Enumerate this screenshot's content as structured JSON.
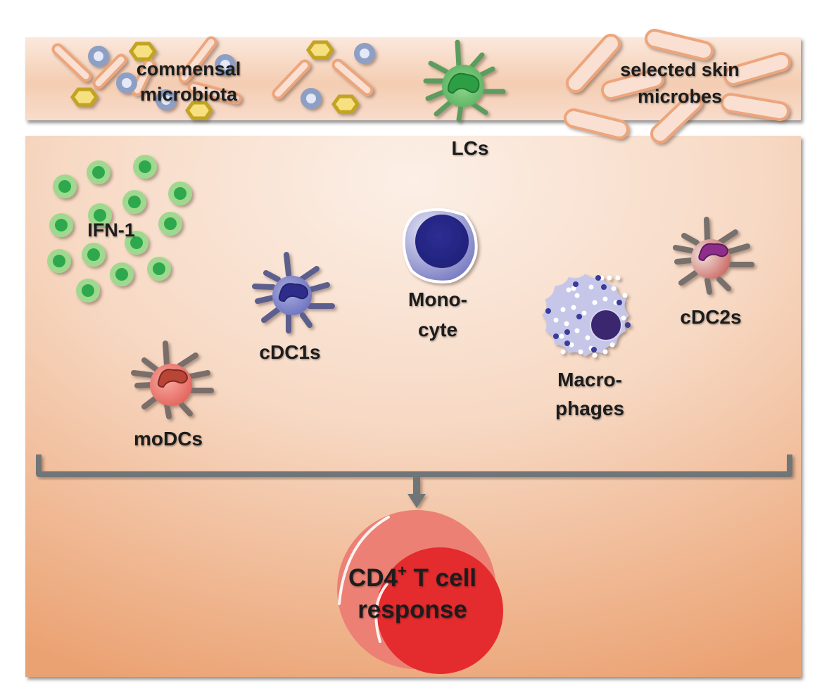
{
  "figure": {
    "top_layer": {
      "left_label": [
        "commensal",
        "microbiota"
      ],
      "right_label": [
        "selected skin",
        "microbes"
      ]
    },
    "cells": {
      "lcs": "LCs",
      "ifn": "IFN-1",
      "cdc1s": "cDC1s",
      "monocyte": [
        "Mono-",
        "cyte"
      ],
      "macrophages": [
        "Macro-",
        "phages"
      ],
      "cdc2s": "cDC2s",
      "modcs": "moDCs"
    },
    "outcome": {
      "line1_prefix": "CD4",
      "line1_sup": "+",
      "line1_suffix": " T cell",
      "line2": "response"
    },
    "colors": {
      "epidermis": "#f6d2b8",
      "dermis_light": "#fae6da",
      "dermis_dark": "#eba574",
      "rod_fill": "#f9e0d3",
      "rod_stroke": "#eda57c",
      "coccus_ring": "#8d9fc4",
      "coccus_core": "#e4e8f7",
      "hex_fill": "#f7e07f",
      "hex_stroke": "#c2a424",
      "ifn_ring": "#9fd98f",
      "ifn_core": "#2ea84e",
      "lc_green": "#6dbf72",
      "cdc1_blue": "#7b80c8",
      "monocyte_nucleus": "#27288a",
      "macrophage_body": "#c5c6e8",
      "macrophage_nucleus": "#3a2670",
      "cdc2_nucleus": "#8e2e8a",
      "modc_red": "#e97a72",
      "bracket": "#707478",
      "tcell_outer": "#ec8074",
      "tcell_inner": "#e42b2e"
    }
  }
}
